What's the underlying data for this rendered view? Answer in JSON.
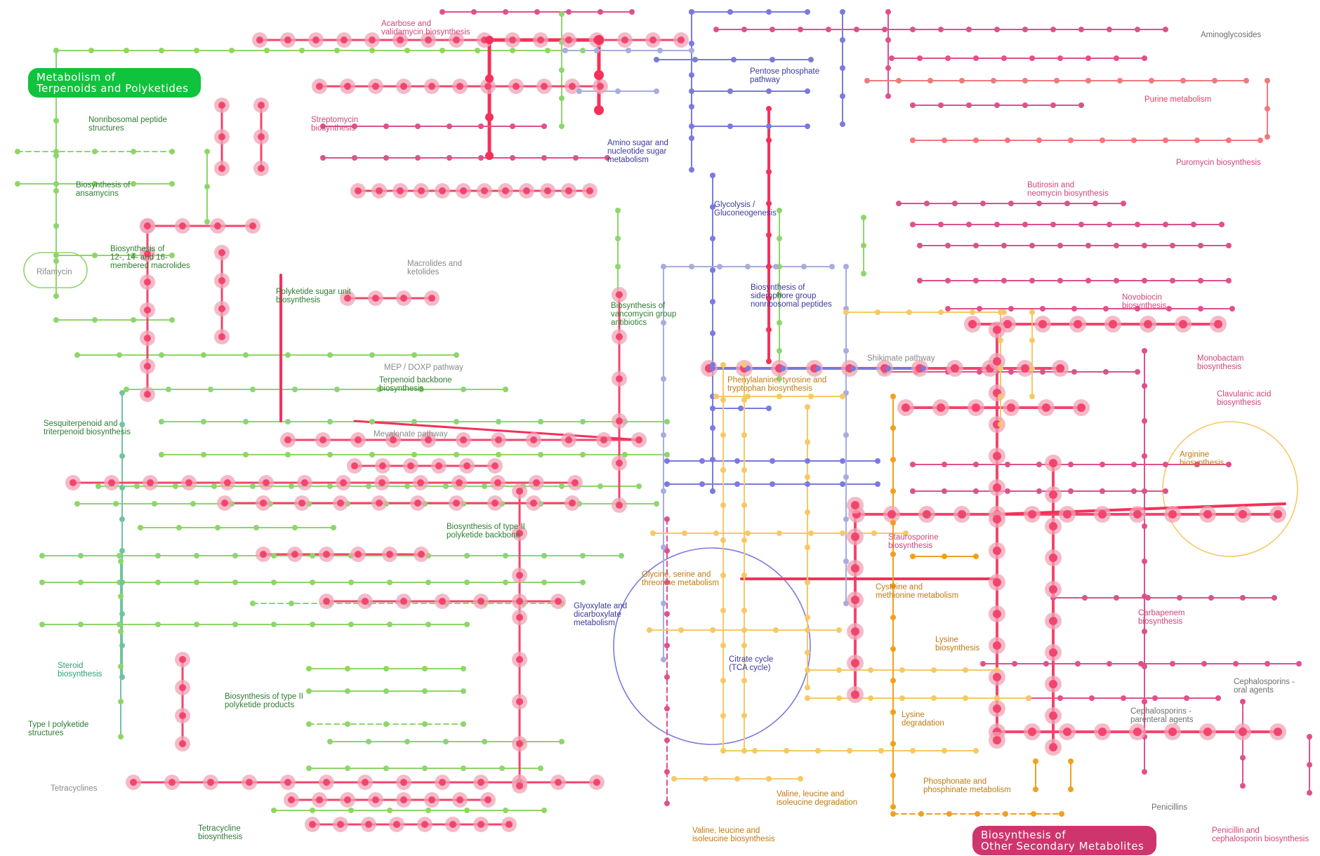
{
  "colors": {
    "green": "#8ed66a",
    "pink_bold": "#f2456e",
    "pink_light": "#f0a3b6",
    "magenta": "#e0508c",
    "blue": "#7a7ae0",
    "light_blue": "#a8acdf",
    "yellow": "#f7c866",
    "orange": "#f0a020",
    "red_bold": "#f5305a",
    "salmon": "#f07a7a",
    "teal": "#70c4a0",
    "badge_green": "#0fc33d",
    "badge_pink": "#cf356d"
  },
  "badges": {
    "terpenoids": "Metabolism of\nTerpenoids and Polyketides",
    "secondary": "Biosynthesis of\nOther Secondary Metabolites"
  },
  "labels": {
    "acarbose": "Acarbose and\nvalidamycin biosynthesis",
    "aminoglycosides": "Aminoglycosides",
    "pentose": "Pentose phosphate\npathway",
    "purine": "Purine metabolism",
    "nonribosomal": "Nonribosomal peptide\nstructures",
    "streptomycin": "Streptomycin\nbiosynthesis",
    "amino_sugar": "Amino sugar and\nnucleotide sugar\nmetabolism",
    "puromycin": "Puromycin biosynthesis",
    "ansamycins": "Biosynthesis of\nansamycins",
    "butirosin": "Butirosin and\nneomycin biosynthesis",
    "glycolysis": "Glycolysis /\nGluconeogenesis",
    "macrolides_16": "Biosynthesis of\n12-, 14- and 16-\nmembered macrolides",
    "macrolides": "Macrolides and\nketolides",
    "rifamycin": "Rifamycin",
    "siderophore": "Biosynthesis of\nsiderophore group\nnonribosomal peptides",
    "polyketide_sugar": "Polyketide sugar unit\nbiosynthesis",
    "vancomycin": "Biosynthesis of\nvancomycin group\nantibiotics",
    "novobiocin": "Novobiocin\nbiosynthesis",
    "shikimate": "Shikimate pathway",
    "mep_doxp": "MEP / DOXP pathway",
    "monobactam": "Monobactam\nbiosynthesis",
    "terpenoid_backbone": "Terpenoid backbone\nbiosynthesis",
    "phenylalanine": "Phenylalanine, tyrosine and\ntryptophan biosynthesis",
    "clavulanic": "Clavulanic acid\nbiosynthesis",
    "sesquiterpenoid": "Sesquiterpenoid and\ntriterpenoid biosynthesis",
    "mevalonate": "Mevalonate pathway",
    "arginine": "Arginine\nbiosynthesis",
    "type2_backbone": "Biosynthesis of type II\npolyketide backbone",
    "staurosporine": "Staurosporine\nbiosynthesis",
    "glycine": "Glycine, serine and\nthreonine metabolism",
    "cysteine": "Cysteine and\nmethionine metabolism",
    "glyoxylate": "Glyoxylate and\ndicarboxylate\nmetabolism",
    "carbapenem": "Carbapenem\nbiosynthesis",
    "lysine_bio": "Lysine\nbiosynthesis",
    "steroid": "Steroid\nbiosynthesis",
    "citrate": "Citrate cycle\n(TCA cycle)",
    "cephalosporins_oral": "Cephalosporins -\noral agents",
    "type2_products": "Biosynthesis of type II\npolyketide products",
    "lysine_deg": "Lysine\ndegradation",
    "cephalosporins_parenteral": "Cephalosporins -\nparenteral agents",
    "type1_polyketide": "Type I polyketide\nstructures",
    "tetracyclines": "Tetracyclines",
    "valine_deg": "Valine, leucine and\nisoleucine degradation",
    "phosphonate": "Phosphonate and\nphosphinate metabolism",
    "penicillins": "Penicillins",
    "tetracycline_bio": "Tetracycline\nbiosynthesis",
    "valine_bio": "Valine, leucine and\nisoleucine biosynthesis",
    "penicillin_ceph": "Penicillin and\ncephalosporin biosynthesis"
  }
}
